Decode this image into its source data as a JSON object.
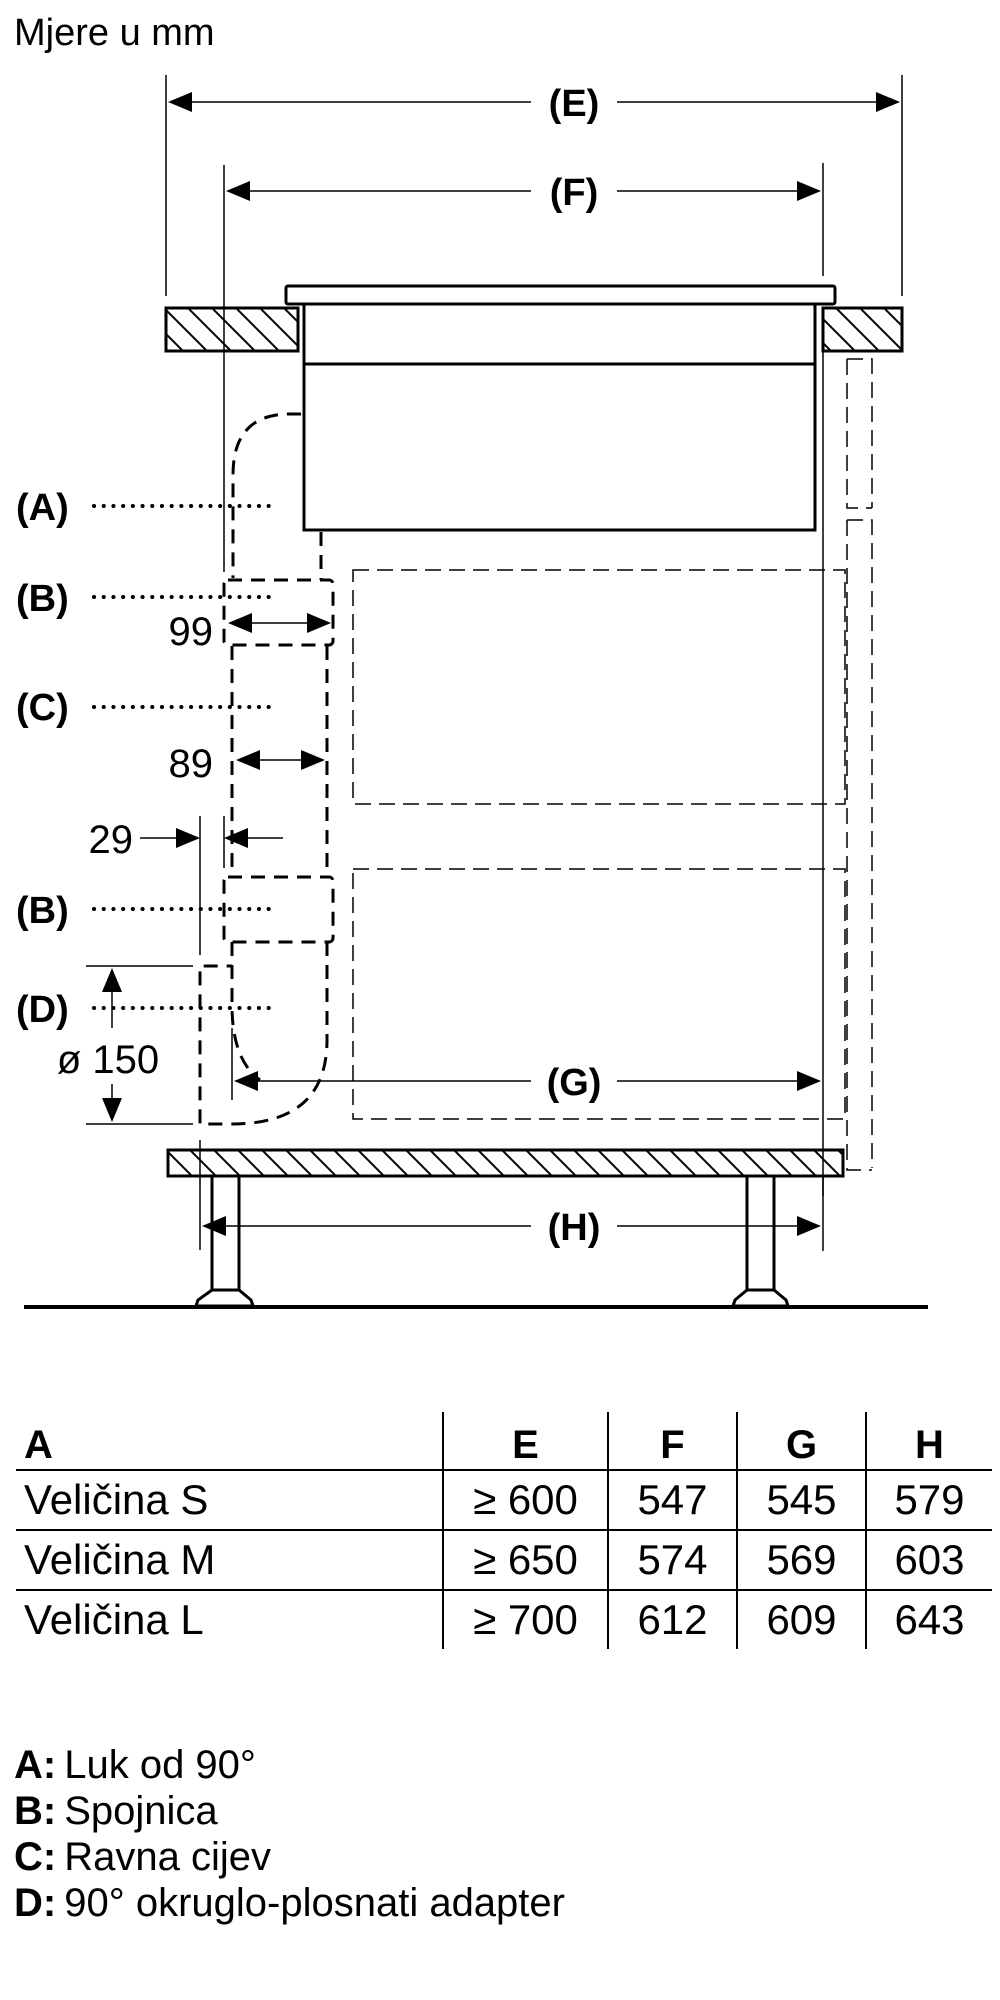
{
  "title": "Mjere u mm",
  "dimension_labels": {
    "E": "(E)",
    "F": "(F)",
    "G": "(G)",
    "H": "(H)"
  },
  "callouts": {
    "A": "(A)",
    "B1": "(B)",
    "C": "(C)",
    "B2": "(B)",
    "D": "(D)"
  },
  "measurements": {
    "m99": "99",
    "m89": "89",
    "m29": "29",
    "d150": "ø 150"
  },
  "table": {
    "headers": [
      "A",
      "E",
      "F",
      "G",
      "H"
    ],
    "rows": [
      [
        "Veličina S",
        "≥ 600",
        "547",
        "545",
        "579"
      ],
      [
        "Veličina M",
        "≥ 650",
        "574",
        "569",
        "603"
      ],
      [
        "Veličina L",
        "≥ 700",
        "612",
        "609",
        "643"
      ]
    ]
  },
  "legend": [
    {
      "key": "A:",
      "text": "Luk od 90°"
    },
    {
      "key": "B:",
      "text": "Spojnica"
    },
    {
      "key": "C:",
      "text": "Ravna cijev"
    },
    {
      "key": "D:",
      "text": "90° okruglo-plosnati adapter"
    }
  ]
}
